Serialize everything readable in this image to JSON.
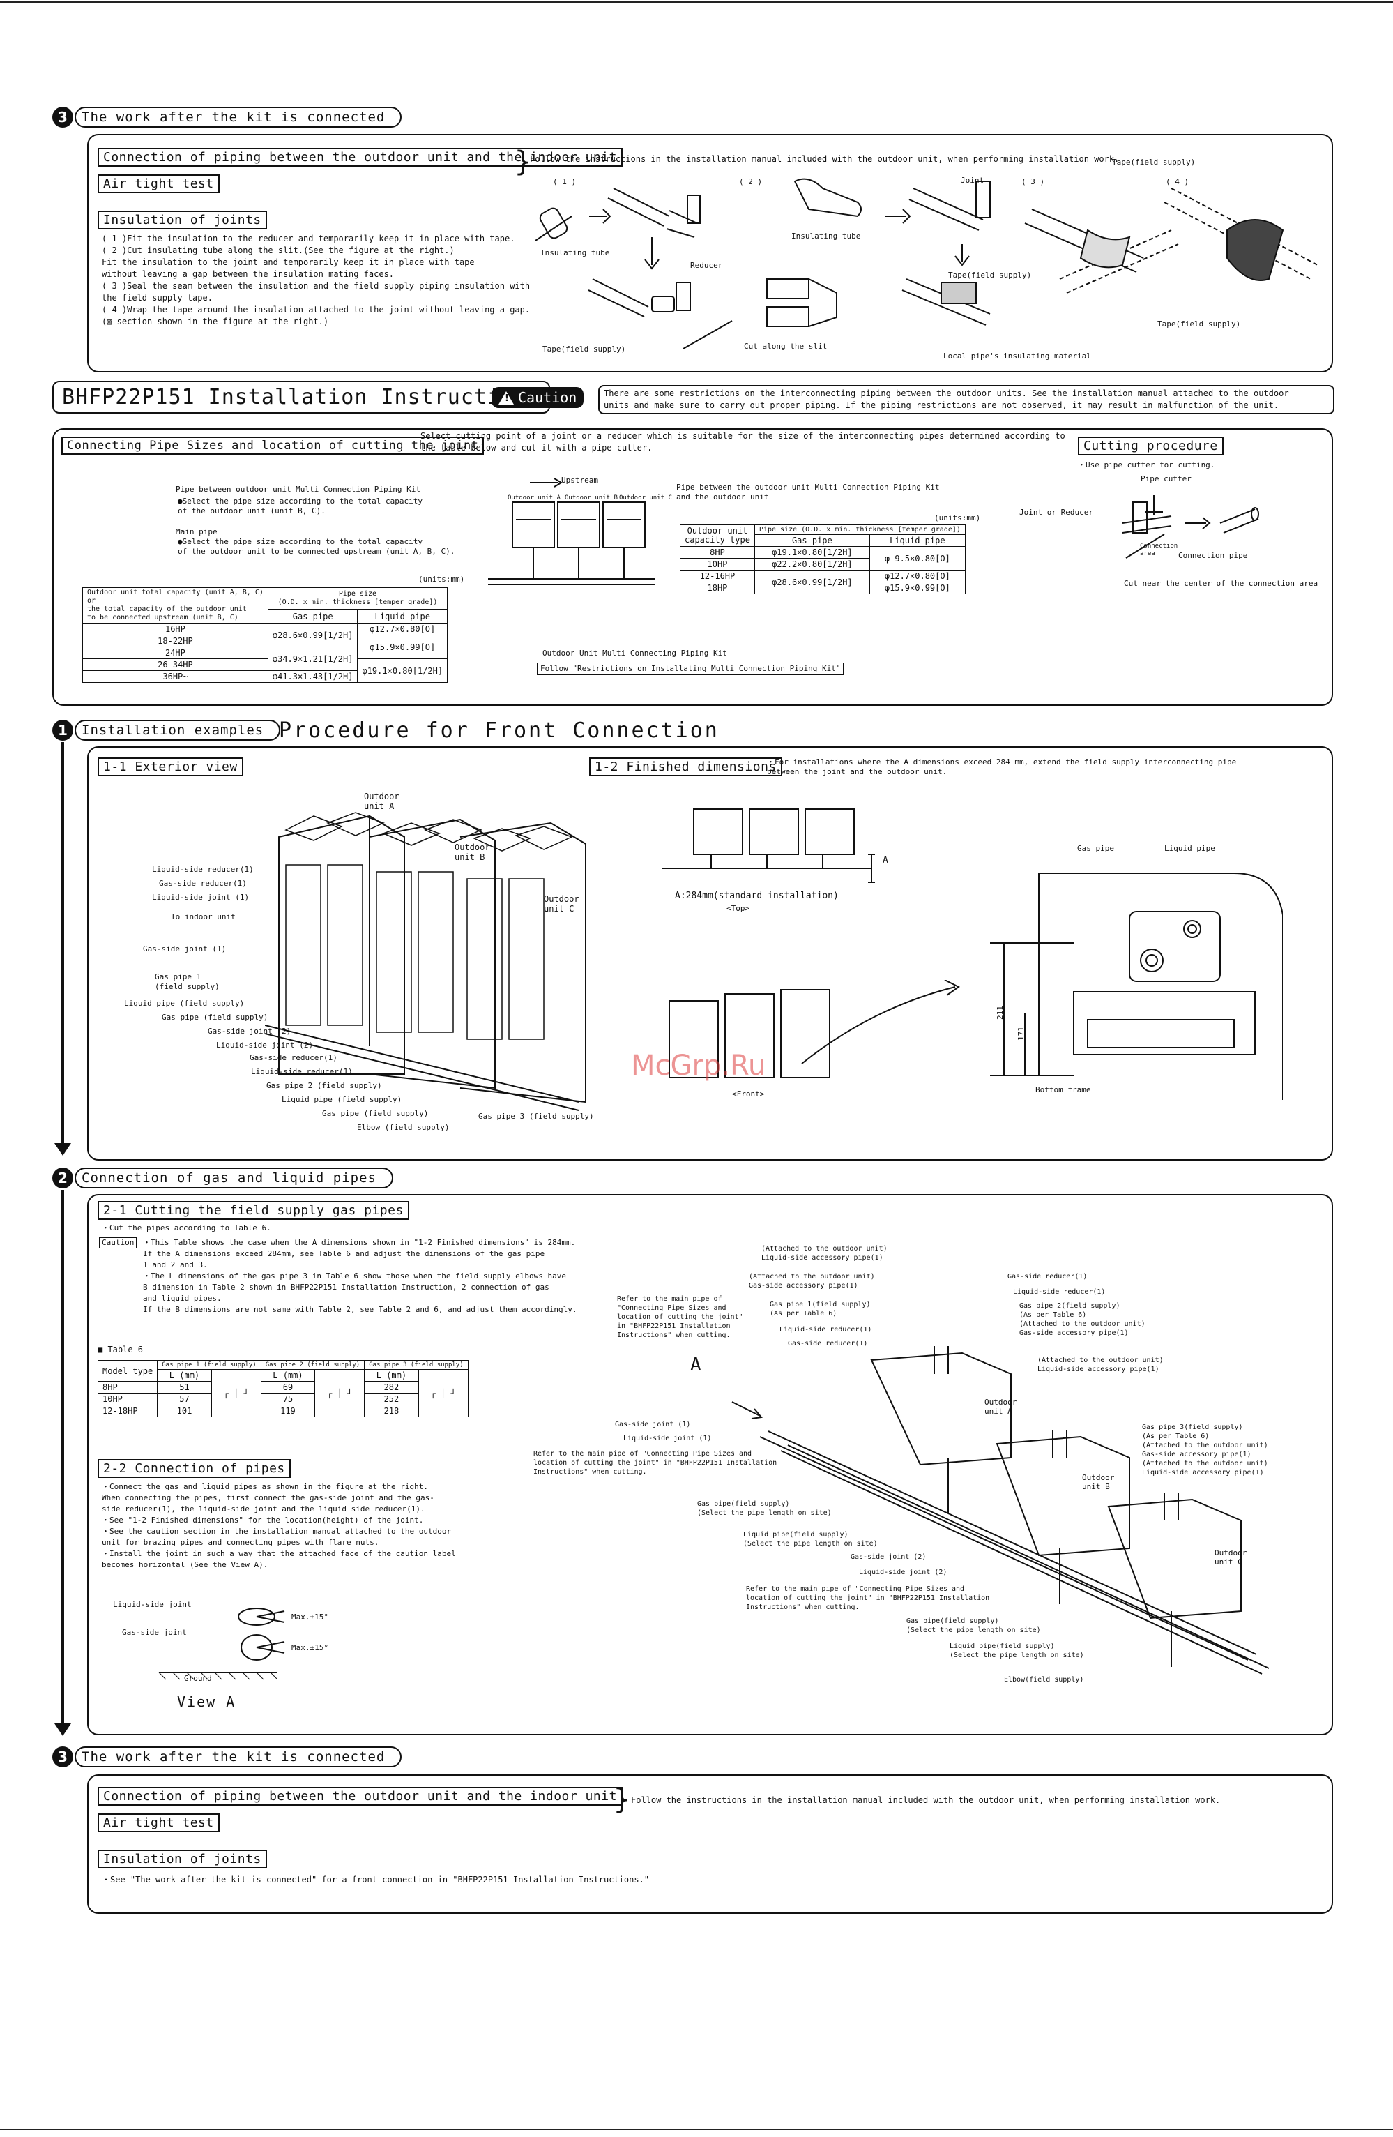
{
  "sec3a": {
    "num": "3",
    "title": "The work after the kit is connected",
    "box1": "Connection of piping between the outdoor unit and the indoor unit",
    "box2": "Air tight test",
    "follow": "Follow the instructions in the installation manual included with the outdoor unit, when performing installation work.",
    "box3": "Insulation of joints",
    "steps": "( 1 )Fit the insulation to the reducer and temporarily keep it in place with tape.\n( 2 )Cut insulating tube along the slit.(See the figure at the right.)\n      Fit the insulation to the joint and temporarily keep it in place with tape\n      without leaving a gap between the insulation mating faces.\n( 3 )Seal the seam between the insulation and the field supply piping insulation with\n      the field supply tape.\n( 4 )Wrap the tape around the insulation attached to the joint without leaving a gap.\n      (▨ section shown in the figure at the right.)",
    "fig": {
      "n1": "( 1 )",
      "n2": "( 2 )",
      "n3": "( 3 )",
      "n4": "( 4 )",
      "insulating_tube1": "Insulating tube",
      "reducer": "Reducer",
      "tape_field1": "Tape(field supply)",
      "insulating_tube2": "Insulating tube",
      "joint": "Joint",
      "cut_slit": "Cut along the slit",
      "tape_field2": "Tape(field supply)",
      "tape_field3": "Tape(field supply)",
      "local_pipe": "Local pipe's insulating material",
      "tape_field4": "Tape(field supply)"
    }
  },
  "install": {
    "title": "BHFP22P151 Installation Instructions",
    "caution_label": "Caution",
    "caution_text": "There are some restrictions on the interconnecting piping between the outdoor units. See the installation manual attached to the outdoor\nunits and make sure to carry out proper piping. If the piping restrictions are not observed, it may result in malfunction of the unit."
  },
  "pipesizes": {
    "box": "Connecting Pipe Sizes and location of cutting the joint",
    "intro": "Select cutting point of a joint or a reducer which is suitable for the size of the interconnecting pipes determined according to\nthe table below and cut it with a pipe cutter.",
    "between_kit": "Pipe between outdoor unit Multi Connection Piping Kit",
    "bullet1": "●Select the pipe size according to the total capacity\n  of the outdoor unit (unit B, C).",
    "main_pipe": "Main pipe",
    "bullet2": "●Select the pipe size according to the total capacity\n  of the outdoor unit to be connected upstream (unit A, B, C).",
    "units_mm1": "(units:mm)",
    "upstream": "Upstream",
    "unit_a": "Outdoor unit A",
    "unit_b": "Outdoor unit B",
    "unit_c": "Outdoor unit C",
    "between_outdoor": "Pipe between the outdoor unit Multi Connection Piping Kit\nand the outdoor unit",
    "units_mm2": "(units:mm)",
    "kit_label": "Outdoor Unit Multi Connecting Piping Kit",
    "follow_box": "Follow \"Restrictions on Installating Multi Connection Piping Kit\"",
    "table1": {
      "h1": "Outdoor unit total capacity (unit A, B, C)\nor\nthe total capacity of the outdoor unit\nto be connected upstream (unit B, C)",
      "h2": "Pipe size\n(O.D. x min. thickness [temper grade])",
      "h_gas": "Gas pipe",
      "h_liq": "Liquid pipe",
      "rows": [
        {
          "cap": "16HP",
          "gas": "φ28.6×0.99[1/2H]",
          "liq": "φ12.7×0.80[O]"
        },
        {
          "cap": "18-22HP",
          "gas": "",
          "liq": "φ15.9×0.99[O]"
        },
        {
          "cap": "24HP",
          "gas": "φ34.9×1.21[1/2H]",
          "liq": ""
        },
        {
          "cap": "26-34HP",
          "gas": "",
          "liq": "φ19.1×0.80[1/2H]"
        },
        {
          "cap": "36HP~",
          "gas": "φ41.3×1.43[1/2H]",
          "liq": ""
        }
      ]
    },
    "table2": {
      "h1": "Outdoor unit\ncapacity type",
      "h2": "Pipe size (O.D. x min. thickness [temper grade])",
      "h_gas": "Gas pipe",
      "h_liq": "Liquid pipe",
      "rows": [
        {
          "cap": "8HP",
          "gas": "φ19.1×0.80[1/2H]",
          "liq": "φ 9.5×0.80[O]"
        },
        {
          "cap": "10HP",
          "gas": "φ22.2×0.80[1/2H]",
          "liq": ""
        },
        {
          "cap": "12-16HP",
          "gas": "φ28.6×0.99[1/2H]",
          "liq": "φ12.7×0.80[O]"
        },
        {
          "cap": "18HP",
          "gas": "",
          "liq": "φ15.9×0.99[O]"
        }
      ]
    },
    "cutting": {
      "box": "Cutting procedure",
      "use": "・Use pipe cutter for cutting.",
      "pipe_cutter": "Pipe cutter",
      "joint_reducer": "Joint or Reducer",
      "connection_area": "Connection\narea",
      "connection_pipe": "Connection pipe",
      "cut_near": "Cut near the center of the connection area"
    }
  },
  "sec1": {
    "num": "1",
    "title": "Installation examples",
    "procedure": "Procedure for Front Connection",
    "ext_box": "1-1 Exterior view",
    "dim_box": "1-2 Finished dimensions",
    "dim_note": "・For installations where the A dimensions exceed 284 mm, extend the field supply interconnecting pipe\n  between the joint and the outdoor unit.",
    "labels": {
      "outdoor_a": "Outdoor\nunit A",
      "outdoor_b": "Outdoor\nunit B",
      "outdoor_c": "Outdoor\nunit C",
      "liq_red1": "Liquid-side reducer(1)",
      "gas_red1": "Gas-side reducer(1)",
      "liq_joint1": "Liquid-side joint (1)",
      "to_indoor": "To indoor unit",
      "gas_joint1": "Gas-side joint (1)",
      "gas_pipe1": "Gas pipe 1\n(field supply)",
      "liq_pipe_fs1": "Liquid pipe (field supply)",
      "gas_pipe_fs1": "Gas pipe (field supply)",
      "gas_joint2": "Gas-side joint (2)",
      "liq_joint2": "Liquid-side joint (2)",
      "gas_red1b": "Gas-side reducer(1)",
      "liq_red1b": "Liquid-side reducer(1)",
      "gas_pipe2": "Gas pipe 2 (field supply)",
      "liq_pipe_fs2": "Liquid pipe (field supply)",
      "gas_pipe_fs2": "Gas pipe (field supply)",
      "elbow": "Elbow (field supply)",
      "gas_pipe3": "Gas pipe 3  (field supply)"
    },
    "a_dim": "A:284mm(standard installation)",
    "top": "<Top>",
    "front": "<Front>",
    "gas_pipe": "Gas pipe",
    "liquid_pipe": "Liquid pipe",
    "d211": "211",
    "d171": "171",
    "bottom_frame": "Bottom frame",
    "a_letter": "A"
  },
  "sec2": {
    "num": "2",
    "title": "Connection of gas and liquid pipes",
    "cut_box": "2-1 Cutting the field supply gas pipes",
    "cut_intro": "・Cut the pipes according to Table 6.",
    "caution_word": "Caution",
    "caution_text": "・This Table shows the case when the A dimensions shown in \"1-2 Finished dimensions\" is 284mm.\n  If the A dimensions exceed 284mm, see Table 6 and adjust the dimensions of the gas pipe\n  1 and 2 and 3.\n・The L dimensions of the gas pipe 3 in Table 6 show those when the field supply elbows have\n  B dimension in Table 2 shown in BHFP22P151 Installation Instruction, 2 connection of gas\n  and liquid pipes.\n  If the B dimensions are not same with Table 2, see Table 2 and 6, and adjust them accordingly.",
    "table6": {
      "title": "■ Table 6",
      "col_model": "Model type",
      "g1": "Gas pipe 1 (field supply)",
      "g2": "Gas pipe 2 (field supply)",
      "g3": "Gas pipe 3 (field supply)",
      "lmm": "L (mm)",
      "rows": [
        {
          "model": "8HP",
          "g1": "51",
          "g2": "69",
          "g3": "282"
        },
        {
          "model": "10HP",
          "g1": "57",
          "g2": "75",
          "g3": "252"
        },
        {
          "model": "12-18HP",
          "g1": "101",
          "g2": "119",
          "g3": "218"
        }
      ]
    },
    "conn_box": "2-2 Connection of pipes",
    "conn_text": "・Connect the gas and liquid pipes as shown in the figure at the right.\n  When connecting the pipes, first connect the gas-side joint and the gas-\n  side reducer(1), the liquid-side joint and the liquid side reducer(1).\n・See \"1-2 Finished dimensions\" for the location(height) of the joint.\n・See the caution section in the installation manual attached to the outdoor\n  unit for brazing pipes and connecting pipes with flare nuts.\n・Install the joint in such a way that the attached face of the caution label\n  becomes horizontal (See the View A).",
    "view": {
      "liq_joint": "Liquid-side joint",
      "gas_joint": "Gas-side joint",
      "max1": "Max.±15°",
      "max2": "Max.±15°",
      "ground": "Ground",
      "title": "View A"
    },
    "right": {
      "att1": "(Attached to the outdoor unit)\nLiquid-side accessory pipe(1)",
      "att2": "(Attached to the outdoor unit)\nGas-side accessory pipe(1)",
      "refer1": "Refer to the main pipe of\n\"Connecting Pipe Sizes and\nlocation of cutting the joint\"\nin \"BHFP22P151 Installation\nInstructions\" when cutting.",
      "gp1": "Gas pipe 1(field supply)\n(As per Table 6)",
      "lrj1": "Liquid-side reducer(1)",
      "grj1": "Gas-side reducer(1)",
      "gsr1": "Gas-side reducer(1)",
      "lsr1": "Liquid-side reducer(1)",
      "gp2": "Gas pipe 2(field supply)\n        (As per Table 6)\n(Attached to the outdoor unit)\nGas-side accessory pipe(1)",
      "att3": "(Attached to the outdoor unit)\nLiquid-side accessory pipe(1)",
      "gsj1": "Gas-side joint (1)",
      "lsj1": "Liquid-side joint (1)",
      "refer2": "Refer to the main pipe of \"Connecting Pipe Sizes and\nlocation of cutting the joint\" in \"BHFP22P151 Installation\nInstructions\" when cutting.",
      "gp3": "Gas pipe 3(field supply)\n      (As per Table 6)\n(Attached to the outdoor unit)\nGas-side accessory pipe(1)\n(Attached to the outdoor unit)\nLiquid-side accessory pipe(1)",
      "gpfs": "Gas pipe(field supply)\n(Select the pipe length on site)",
      "lpfs": "Liquid pipe(field supply)\n(Select the pipe length on site)",
      "gsj2": "Gas-side joint (2)",
      "lsj2": "Liquid-side joint (2)",
      "refer3": "Refer to the main pipe of \"Connecting Pipe Sizes and\nlocation of cutting the joint\" in \"BHFP22P151 Installation\nInstructions\" when cutting.",
      "gpfs2": "Gas pipe(field supply)\n(Select the pipe length on site)",
      "lpfs2": "Liquid pipe(field supply)\n(Select the pipe length on site)",
      "elbow": "Elbow(field supply)",
      "ua": "Outdoor\nunit A",
      "ub": "Outdoor\nunit B",
      "uc": "Outdoor\nunit C",
      "a_letter": "A"
    }
  },
  "sec3b": {
    "num": "3",
    "title": "The work after the kit is connected",
    "box1": "Connection of piping between the outdoor unit and the indoor unit",
    "box2": "Air tight test",
    "follow": "Follow the instructions in the installation manual included with the outdoor unit, when performing installation work.",
    "box3": "Insulation of joints",
    "see": "・See \"The work after the kit is connected\" for a front connection in \"BHFP22P151 Installation Instructions.\""
  },
  "watermark": "McGrp.Ru"
}
